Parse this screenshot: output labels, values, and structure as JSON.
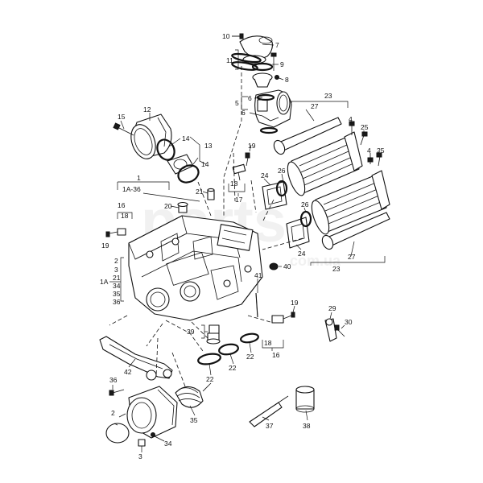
{
  "watermark": {
    "brand": "parts",
    "url": "com.ua"
  },
  "callouts": {
    "c1": "1",
    "c1a36": "1A-36",
    "c1a": "1A",
    "c2a": "2",
    "c2b": "2",
    "c3a": "3",
    "c3b": "3",
    "c4a": "4",
    "c4b": "4",
    "c5": "5",
    "c6a": "6",
    "c6b": "6",
    "c7": "7",
    "c8": "8",
    "c9": "9",
    "c10": "10",
    "c11": "11",
    "c12": "12",
    "c13": "13",
    "c14a": "14",
    "c14b": "14",
    "c15": "15",
    "c16a": "16",
    "c16b": "16",
    "c17": "17",
    "c18a": "18",
    "c18b": "18",
    "c18c": "18",
    "c19a": "19",
    "c19b": "19",
    "c19c": "19",
    "c20": "20",
    "c21a": "21",
    "c21b": "21",
    "c22a": "22",
    "c22b": "22",
    "c22c": "22",
    "c23a": "23",
    "c23b": "23",
    "c24a": "24",
    "c24b": "24",
    "c25a": "25",
    "c25b": "25",
    "c26a": "26",
    "c26b": "26",
    "c27a": "27",
    "c27b": "27",
    "c29": "29",
    "c30": "30",
    "c34a": "34",
    "c34b": "34",
    "c35a": "35",
    "c35b": "35",
    "c36a": "36",
    "c36b": "36",
    "c37": "37",
    "c38": "38",
    "c39": "39",
    "c40": "40",
    "c41": "41",
    "c42": "42"
  }
}
